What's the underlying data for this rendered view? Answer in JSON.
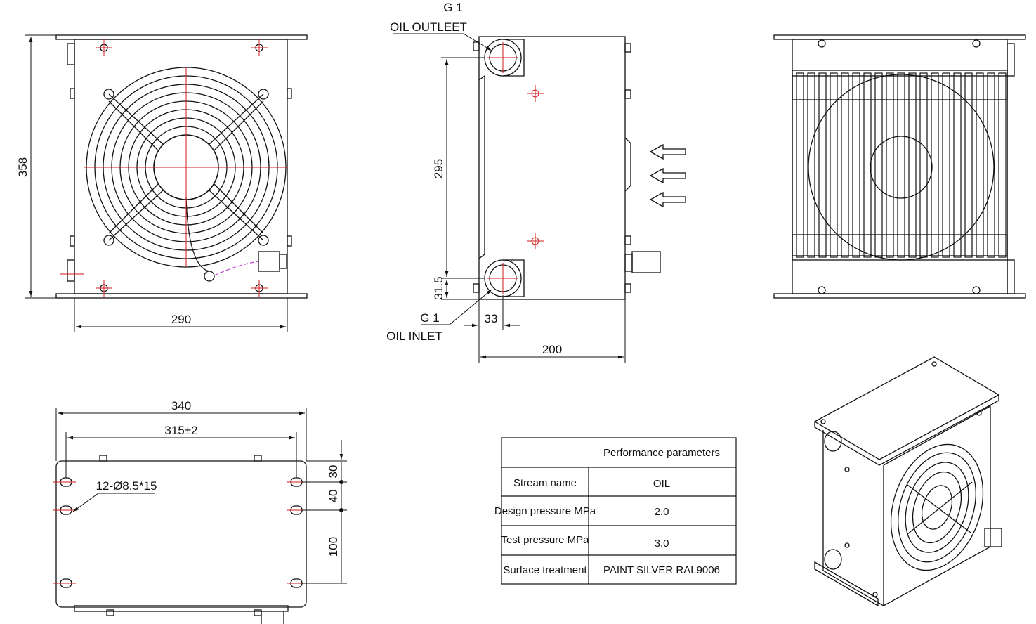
{
  "front_view": {
    "height_dim": "358",
    "width_dim": "290"
  },
  "side_view": {
    "outlet_thread": "G 1",
    "outlet_label": "OIL OUTLEET",
    "inlet_thread": "G 1",
    "inlet_label": "OIL INLET",
    "port_spacing_dim": "295",
    "inlet_height_dim": "31.5",
    "inlet_offset_dim": "33",
    "depth_dim": "200"
  },
  "bottom_view": {
    "overall_length_dim": "340",
    "hole_spacing_dim": "315±2",
    "holes_note": "12-Ø8.5*15",
    "dim_30": "30",
    "dim_40": "40",
    "dim_100": "100"
  },
  "table": {
    "header": "Performance parameters",
    "rows": [
      {
        "label": "Stream name",
        "value": "OIL"
      },
      {
        "label": "Design pressure  MPa",
        "value": "2.0"
      },
      {
        "label": "Test pressure MPa",
        "value": "3.0"
      },
      {
        "label": "Surface treatment",
        "value": "PAINT SILVER RAL9006"
      }
    ]
  },
  "colors": {
    "line": "#111111",
    "centerline": "#d21a1a",
    "wire": "#c040d0"
  }
}
